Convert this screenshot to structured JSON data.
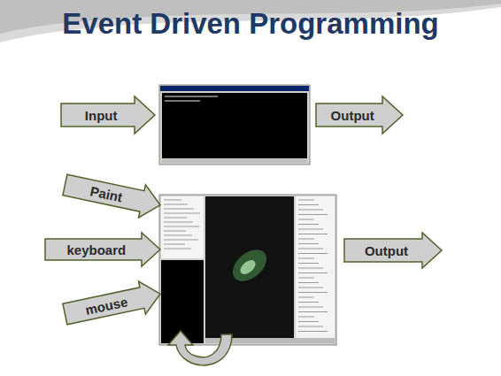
{
  "diagram": {
    "title": "Event Driven Programming",
    "nodes": [
      {
        "text": [
          "Input"
        ]
      },
      {
        "text": [
          "Output"
        ]
      },
      {
        "text": [
          "Paint"
        ]
      },
      {
        "text": [
          "keyboard"
        ]
      },
      {
        "text": [
          "mouse"
        ]
      },
      {
        "text": [
          "Output"
        ]
      }
    ]
  }
}
